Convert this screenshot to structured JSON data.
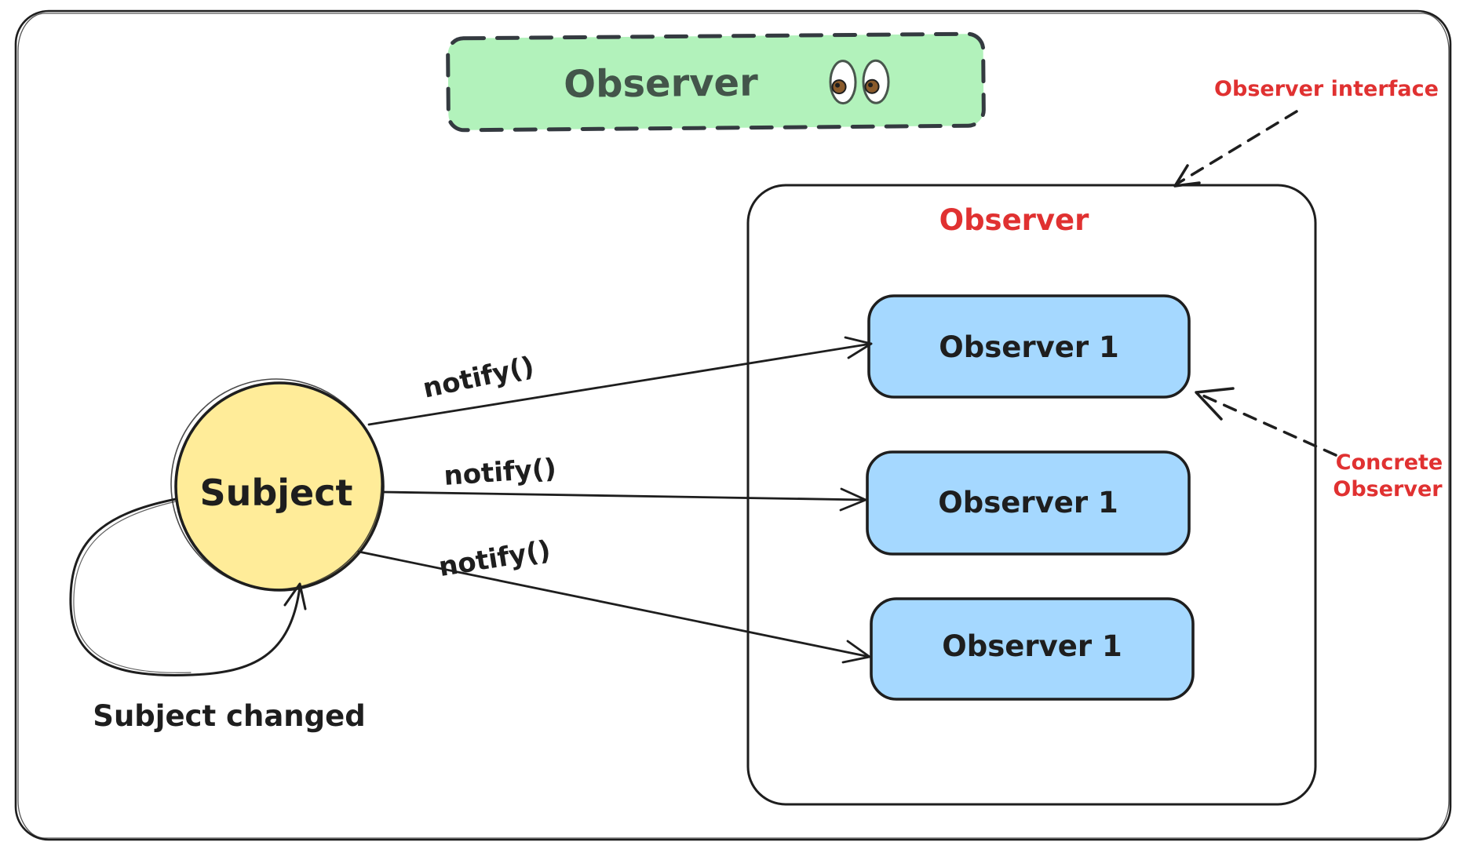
{
  "colors": {
    "stroke_dark": "#1e1e1e",
    "banner_fill": "#b2f2bb",
    "banner_border": "#343a40",
    "banner_text": "#43554a",
    "observer_box_fill": "#a5d8ff",
    "subject_fill": "#ffec99",
    "annotation_red": "#e03131",
    "canvas_bg": "#ffffff"
  },
  "title_banner": {
    "label": "Observer",
    "eyes_icon": "👀"
  },
  "annotations": {
    "observer_interface": "Observer interface",
    "concrete_observer_line1": "Concrete",
    "concrete_observer_line2": "Observer"
  },
  "container": {
    "label": "Observer"
  },
  "subject": {
    "label": "Subject"
  },
  "self_loop": {
    "label": "Subject changed"
  },
  "observers": [
    {
      "label": "Observer 1"
    },
    {
      "label": "Observer 1"
    },
    {
      "label": "Observer 1"
    }
  ],
  "arrows": [
    {
      "label": "notify()"
    },
    {
      "label": "notify()"
    },
    {
      "label": "notify()"
    }
  ]
}
